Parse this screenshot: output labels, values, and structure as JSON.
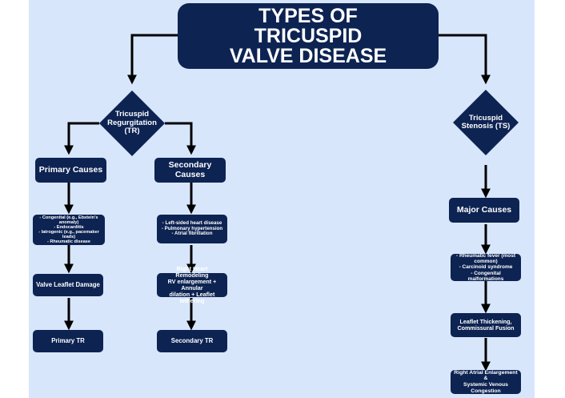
{
  "title": "TYPES OF\nTRICUSPID\nVALVE DISEASE",
  "tr": {
    "label": "Tricuspid\nRegurgitation\n(TR)",
    "primary": {
      "heading": "Primary Causes",
      "causes": "- Congenital (e.g., Ebstein's\nanomaly)\n- Endocarditis\n- Iatrogenic (e.g., pacemaker\nleads)\n- Rheumatic disease",
      "step": "Valve Leaflet Damage",
      "result": "Primary TR"
    },
    "secondary": {
      "heading": "Secondary Causes",
      "causes": "- Left-sided heart disease\n- Pulmonary hypertension\n- Atrial fibrillation",
      "step": "Right Heart Remodeling\nRV enlargement + Annular\ndilation + Leaflet tethering",
      "result": "Secondary TR"
    }
  },
  "ts": {
    "label": "Tricuspid\nStenosis (TS)",
    "heading": "Major Causes",
    "causes": "- Rheumatic fever (most\ncommon)\n- Carcinoid syndrome\n- Congenital malformations",
    "step": "Leaflet Thickening,\nCommissural Fusion",
    "result": "Right Atrial Enlargement &\nSystemic Venous\nCongestion"
  },
  "colors": {
    "box": "#0d2352",
    "background": "#d8e6fb",
    "arrow": "#000000"
  }
}
